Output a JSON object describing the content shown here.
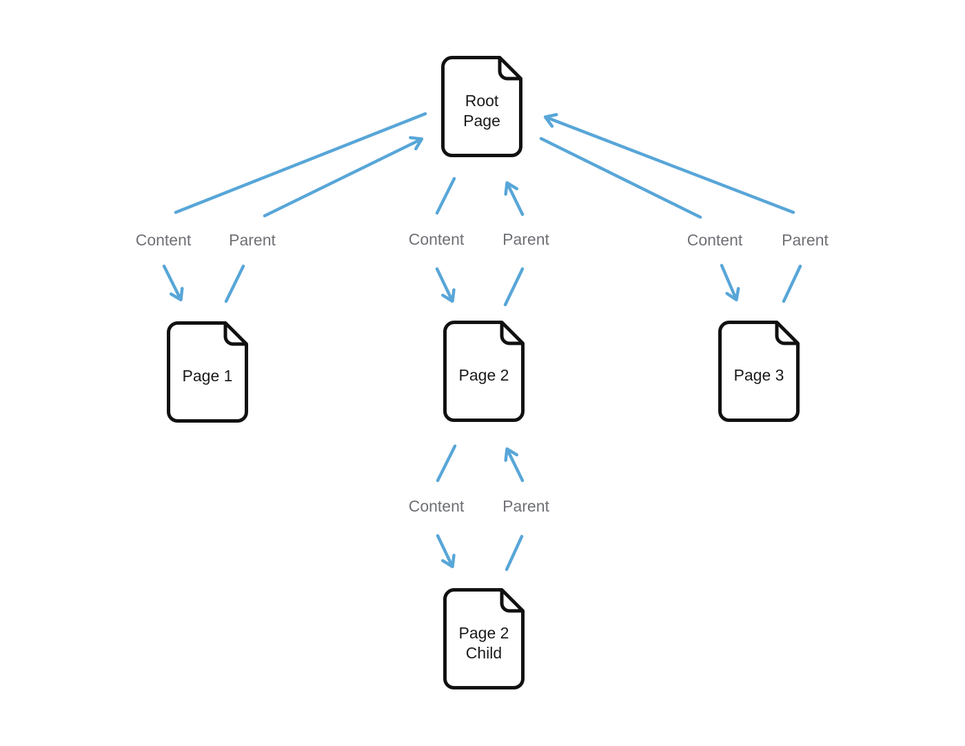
{
  "diagram": {
    "type": "page-hierarchy",
    "description_visible_elements": "document nodes linked by Content and Parent arrows"
  },
  "colors": {
    "background": "#FFFFFF",
    "arrow": "#58A6D8",
    "edge_label": "#6E7075",
    "node_outline": "#111111",
    "node_text": "#1A1A1A"
  },
  "icons": {
    "node_icon": "document-folded-corner-icon"
  },
  "nodes": [
    {
      "id": "root-page",
      "label": "Root Page"
    },
    {
      "id": "page-1",
      "label": "Page 1"
    },
    {
      "id": "page-2",
      "label": "Page 2"
    },
    {
      "id": "page-3",
      "label": "Page 3"
    },
    {
      "id": "page-2-child",
      "label": "Page 2 Child"
    }
  ],
  "edges": [
    {
      "from": "root-page",
      "to": "page-1",
      "label": "Content"
    },
    {
      "from": "page-1",
      "to": "root-page",
      "label": "Parent"
    },
    {
      "from": "root-page",
      "to": "page-2",
      "label": "Content"
    },
    {
      "from": "page-2",
      "to": "root-page",
      "label": "Parent"
    },
    {
      "from": "root-page",
      "to": "page-3",
      "label": "Content"
    },
    {
      "from": "page-3",
      "to": "root-page",
      "label": "Parent"
    },
    {
      "from": "page-2",
      "to": "page-2-child",
      "label": "Content"
    },
    {
      "from": "page-2-child",
      "to": "page-2",
      "label": "Parent"
    }
  ]
}
